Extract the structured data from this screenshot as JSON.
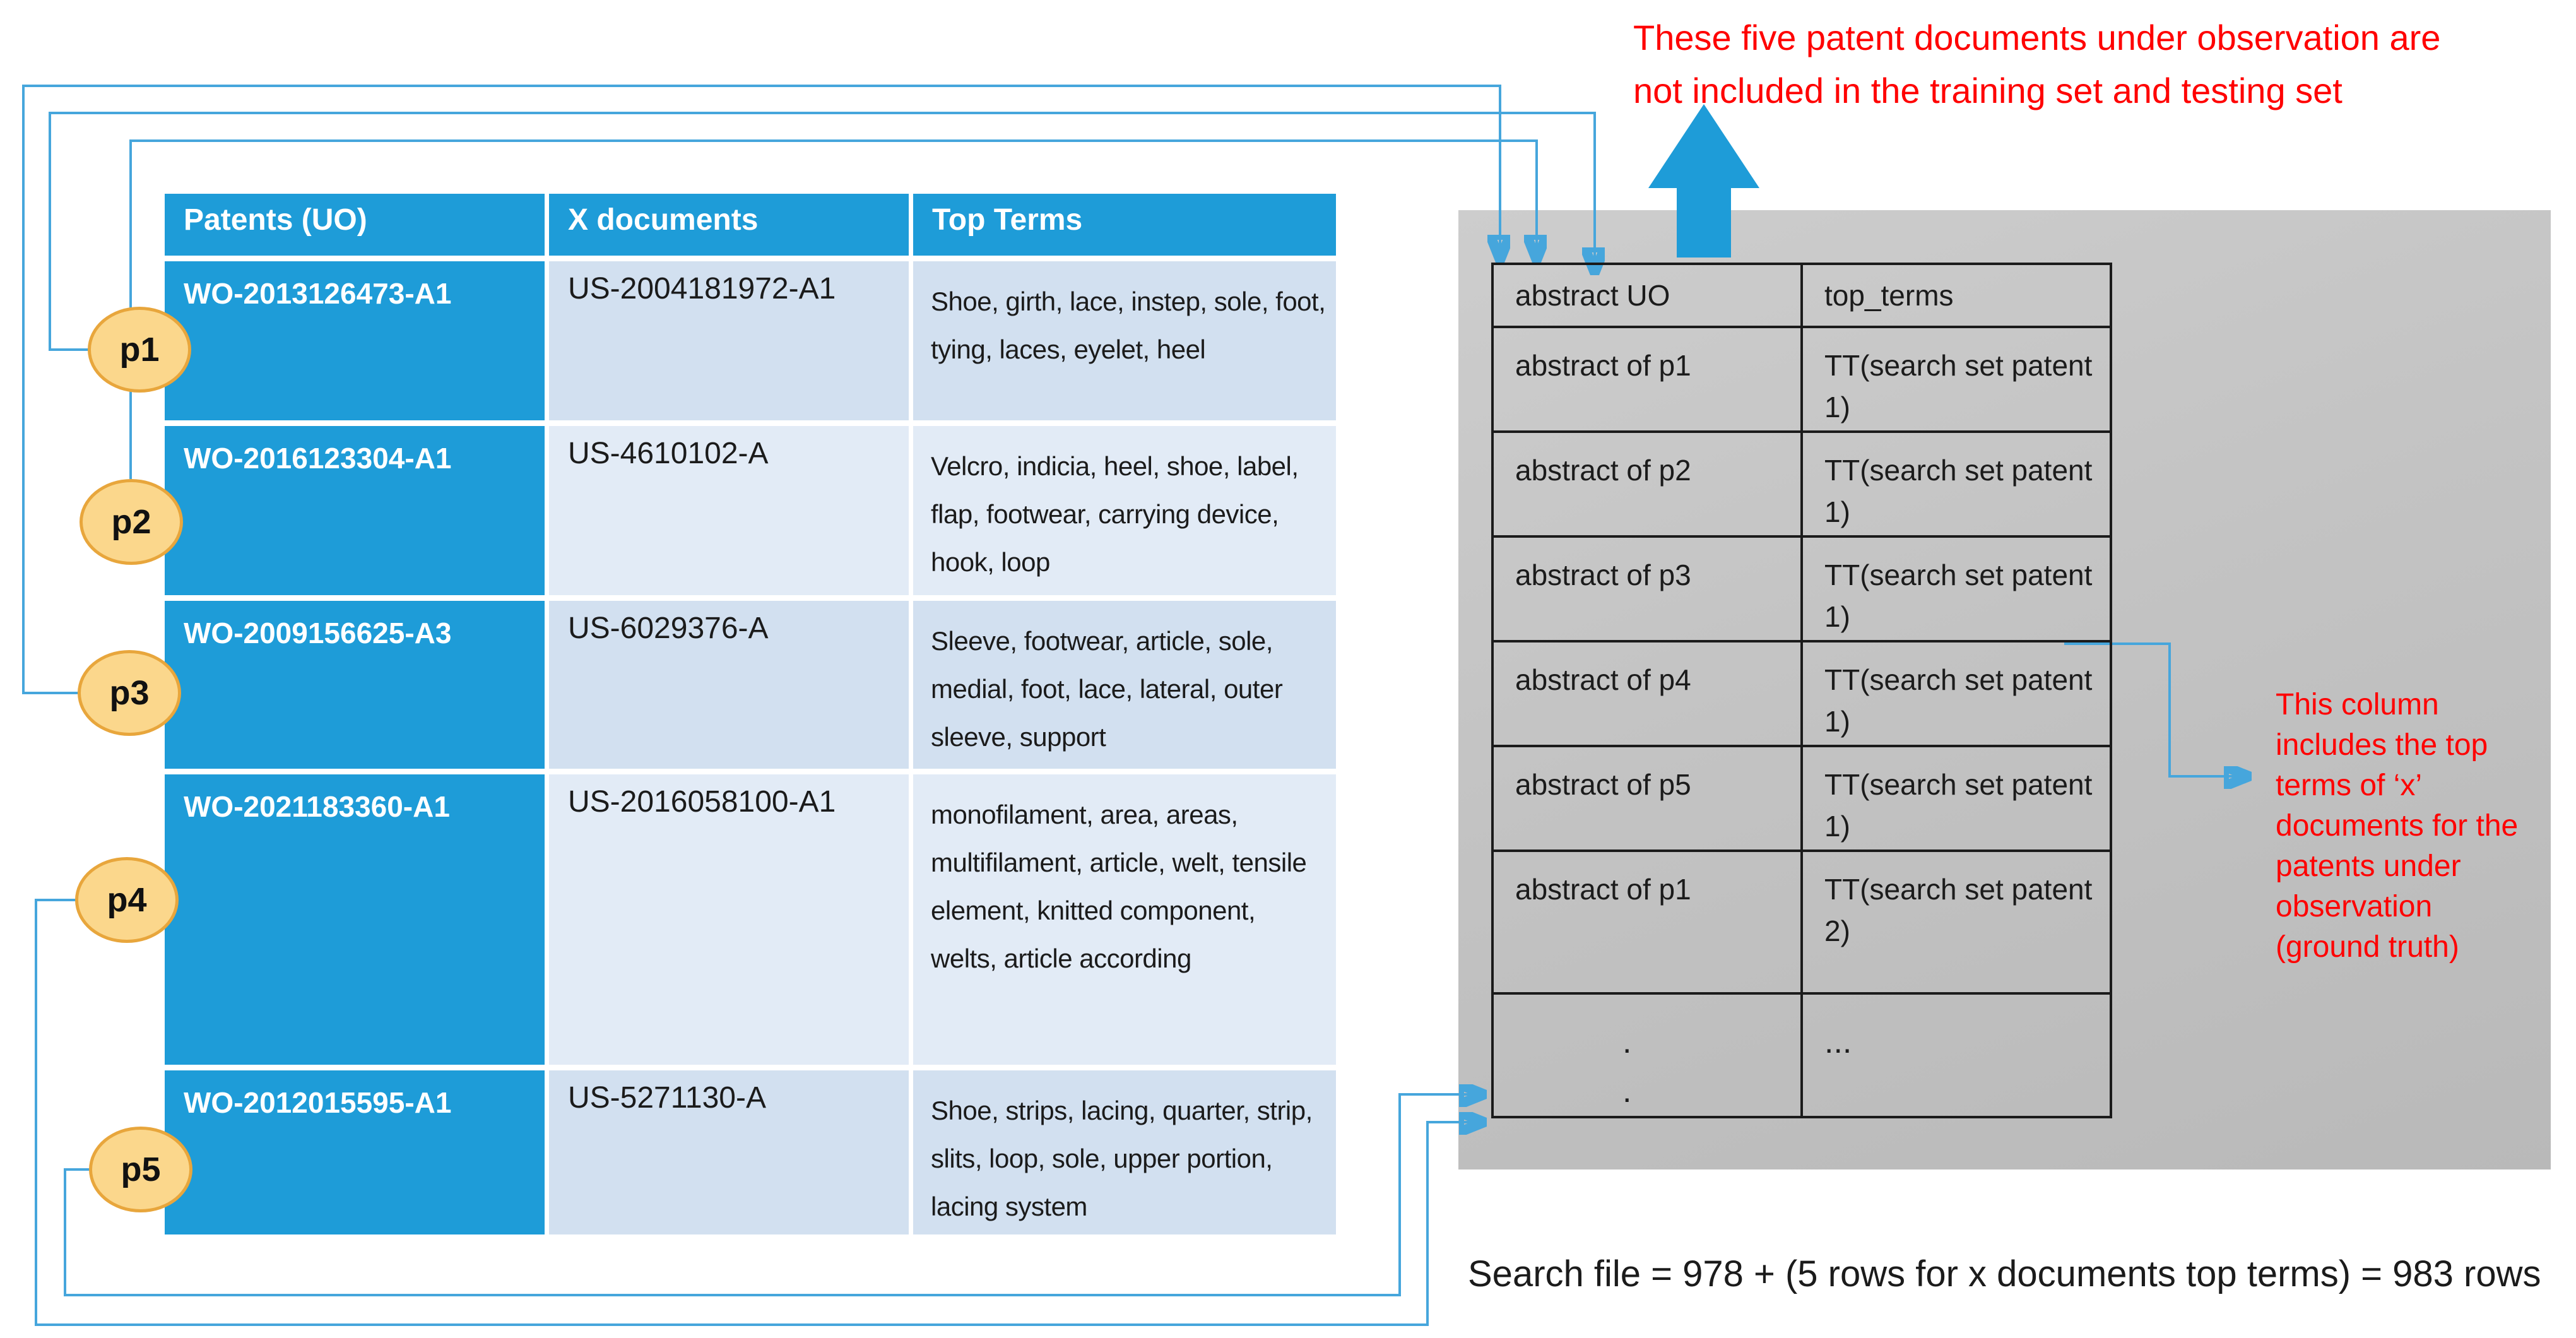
{
  "annotations": {
    "top_note_line1": "These five patent documents under observation are",
    "top_note_line2": "not included in the training set and testing set",
    "right_note_lines": [
      "This column",
      "includes the top",
      "terms of ‘x’",
      "documents for the",
      "patents under",
      "observation",
      "(ground truth)"
    ],
    "bottom_formula": "Search file = 978 + (5 rows for x documents top terms) = 983 rows"
  },
  "left_table": {
    "headers": [
      "Patents (UO)",
      "X documents",
      "Top Terms"
    ],
    "rows": [
      [
        "WO-2013126473-A1",
        "US-2004181972-A1",
        "Shoe, girth, lace, instep, sole, foot, tying, laces, eyelet, heel"
      ],
      [
        "WO-2016123304-A1",
        "US-4610102-A",
        "Velcro, indicia, heel, shoe, label, flap, footwear, carrying device, hook, loop"
      ],
      [
        "WO-2009156625-A3",
        "US-6029376-A",
        "Sleeve, footwear, article, sole, medial, foot, lace, lateral, outer sleeve, support"
      ],
      [
        "WO-2021183360-A1",
        "US-2016058100-A1",
        "monofilament, area, areas, multifilament, article, welt, tensile element, knitted component, welts, article according"
      ],
      [
        "WO-2012015595-A1",
        "US-5271130-A",
        "Shoe, strips, lacing, quarter, strip, slits, loop, sole, upper portion, lacing system"
      ]
    ]
  },
  "right_table": {
    "headers": [
      "abstract UO",
      "top_terms"
    ],
    "rows": [
      [
        "abstract of p1",
        "TT(search set patent 1)"
      ],
      [
        "abstract of p2",
        "TT(search set patent 1)"
      ],
      [
        "abstract of p3",
        "TT(search set patent 1)"
      ],
      [
        "abstract of p4",
        "TT(search set patent 1)"
      ],
      [
        "abstract of p5",
        "TT(search set patent 1)"
      ],
      [
        "abstract of p1",
        "TT(search set patent 2)"
      ]
    ],
    "dots_row": {
      "dots": [
        ".",
        "."
      ],
      "ellipsis": "..."
    }
  },
  "patent_labels": [
    "p1",
    "p2",
    "p3",
    "p4",
    "p5"
  ],
  "colors": {
    "accent": "#1E9CD8",
    "row-dark": "#d2e0f0",
    "row-light": "#e2ebf6",
    "panel": "#c3c3c3",
    "connector": "#46A6DC",
    "circle-fill": "#FBD78C",
    "circle-border": "#E8A63C",
    "note-red": "#FF0000",
    "ink": "#1b1b1b"
  }
}
